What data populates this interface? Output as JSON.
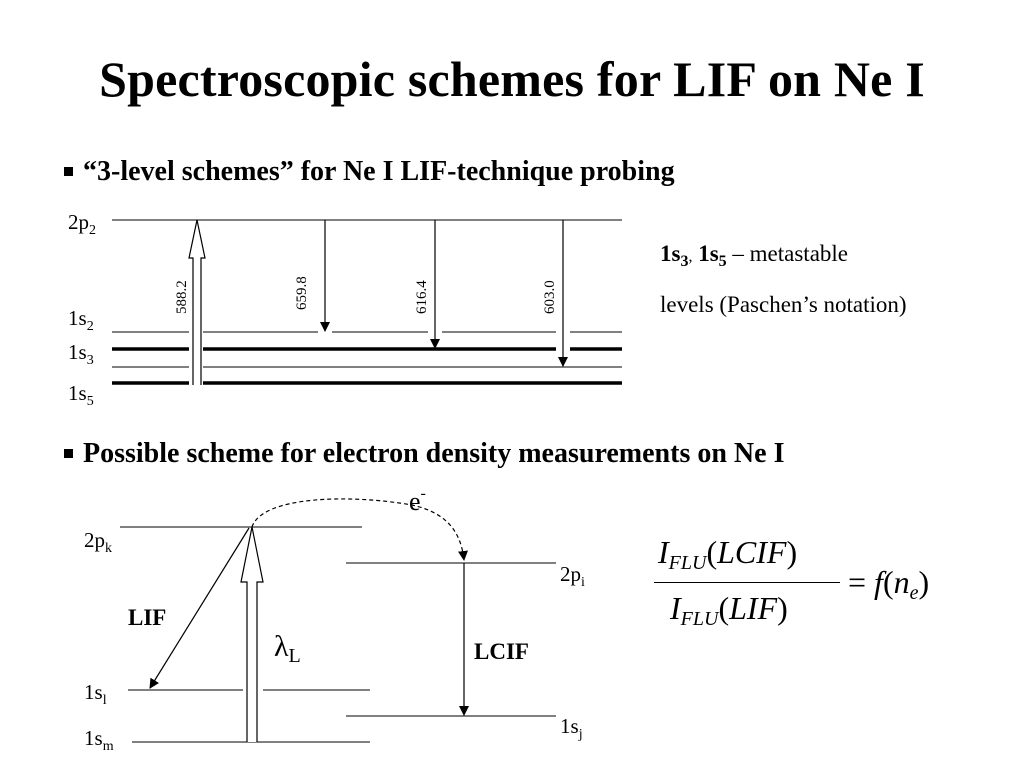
{
  "title": "Spectroscopic schemes for LIF on Ne I",
  "bullets": [
    "“3-level schemes” for Ne I  LIF-technique probing",
    "Possible scheme for electron density measurements on Ne I"
  ],
  "scheme1": {
    "levels": {
      "p2": "2p",
      "p2_sub": "2",
      "s2": "1s",
      "s2_sub": "2",
      "s3": "1s",
      "s3_sub": "3",
      "s5": "1s",
      "s5_sub": "5"
    },
    "wavelengths": [
      "588.2",
      "659.8",
      "616.4",
      "603.0"
    ],
    "note_line1": {
      "a": "1s",
      "a_sub": "3",
      "comma": ",",
      "b": "1s",
      "b_sub": "5",
      "rest": " – metastable"
    },
    "note_line2": "levels (Paschen’s notation)"
  },
  "scheme2": {
    "levels": {
      "pk": "2p",
      "pk_sub": "k",
      "pi": "2p",
      "pi_sub": "i",
      "sl": "1s",
      "sl_sub": "l",
      "sm": "1s",
      "sm_sub": "m",
      "sj": "1s",
      "sj_sub": "j"
    },
    "electron": "e",
    "electron_sup": "-",
    "lif_label": "LIF",
    "lcif_label": "LCIF",
    "lambda": "λ",
    "lambda_sub": "L"
  },
  "formula": {
    "num_I": "I",
    "num_sub": "FLU",
    "num_arg": "LCIF",
    "den_I": "I",
    "den_sub": "FLU",
    "den_arg": "LIF",
    "open": "(",
    "close": ")",
    "eq": "=",
    "f": "f",
    "n": "n",
    "n_sub": "e"
  }
}
